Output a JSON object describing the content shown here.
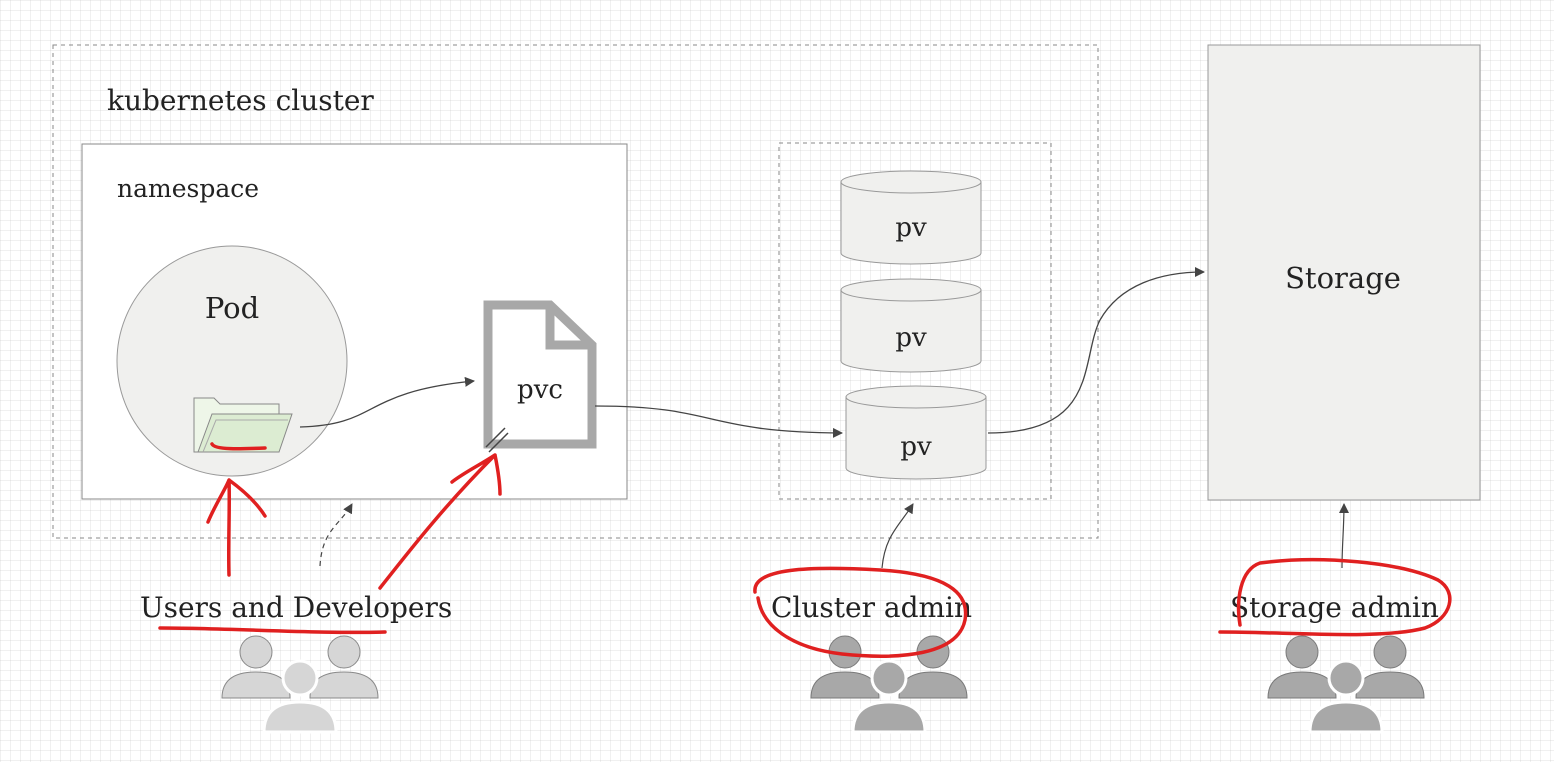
{
  "cluster": {
    "label": "kubernetes cluster"
  },
  "namespace": {
    "label": "namespace"
  },
  "pod": {
    "label": "Pod"
  },
  "pvc": {
    "label": "pvc"
  },
  "pvs": [
    {
      "label": "pv"
    },
    {
      "label": "pv"
    },
    {
      "label": "pv"
    }
  ],
  "storage": {
    "label": "Storage"
  },
  "actors": {
    "users": {
      "label": "Users and Developers"
    },
    "cluster_admin": {
      "label": "Cluster admin"
    },
    "storage_admin": {
      "label": "Storage admin"
    }
  },
  "colors": {
    "shape_fill": "#f0f0ee",
    "shape_stroke": "#999999",
    "doc_stroke": "#a8a8a8",
    "folder_fill": "#e4f1dc",
    "people_light": "#d6d6d6",
    "people_dark": "#a8a8a8",
    "annotation": "#e02020",
    "arrow": "#444444"
  }
}
